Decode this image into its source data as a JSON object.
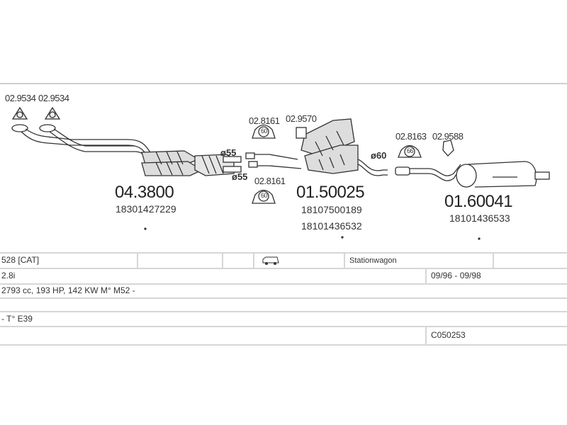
{
  "diagram": {
    "fittings": [
      {
        "code": "02.9534"
      },
      {
        "code": "02.9534"
      },
      {
        "code": "02.8161",
        "size": "60"
      },
      {
        "code": "02.9570"
      },
      {
        "code": "02.8161",
        "size": "60"
      },
      {
        "code": "02.8163",
        "size": "66"
      },
      {
        "code": "02.9588"
      }
    ],
    "diameters": [
      "ø55",
      "ø55",
      "ø60"
    ],
    "parts": [
      {
        "code": "04.3800",
        "oe": [
          "18301427229"
        ]
      },
      {
        "code": "01.50025",
        "oe": [
          "18107500189",
          "18101436532"
        ]
      },
      {
        "code": "01.60041",
        "oe": [
          "18101436533"
        ]
      }
    ]
  },
  "vehicle": {
    "model": "528  [CAT]",
    "body_type": "Stationwagon",
    "engine": "2.8i",
    "years": "09/96 - 09/98",
    "specs": "2793 cc, 193 HP, 142 KW M° M52 -",
    "type": "- T° E39",
    "ref": "C050253"
  }
}
